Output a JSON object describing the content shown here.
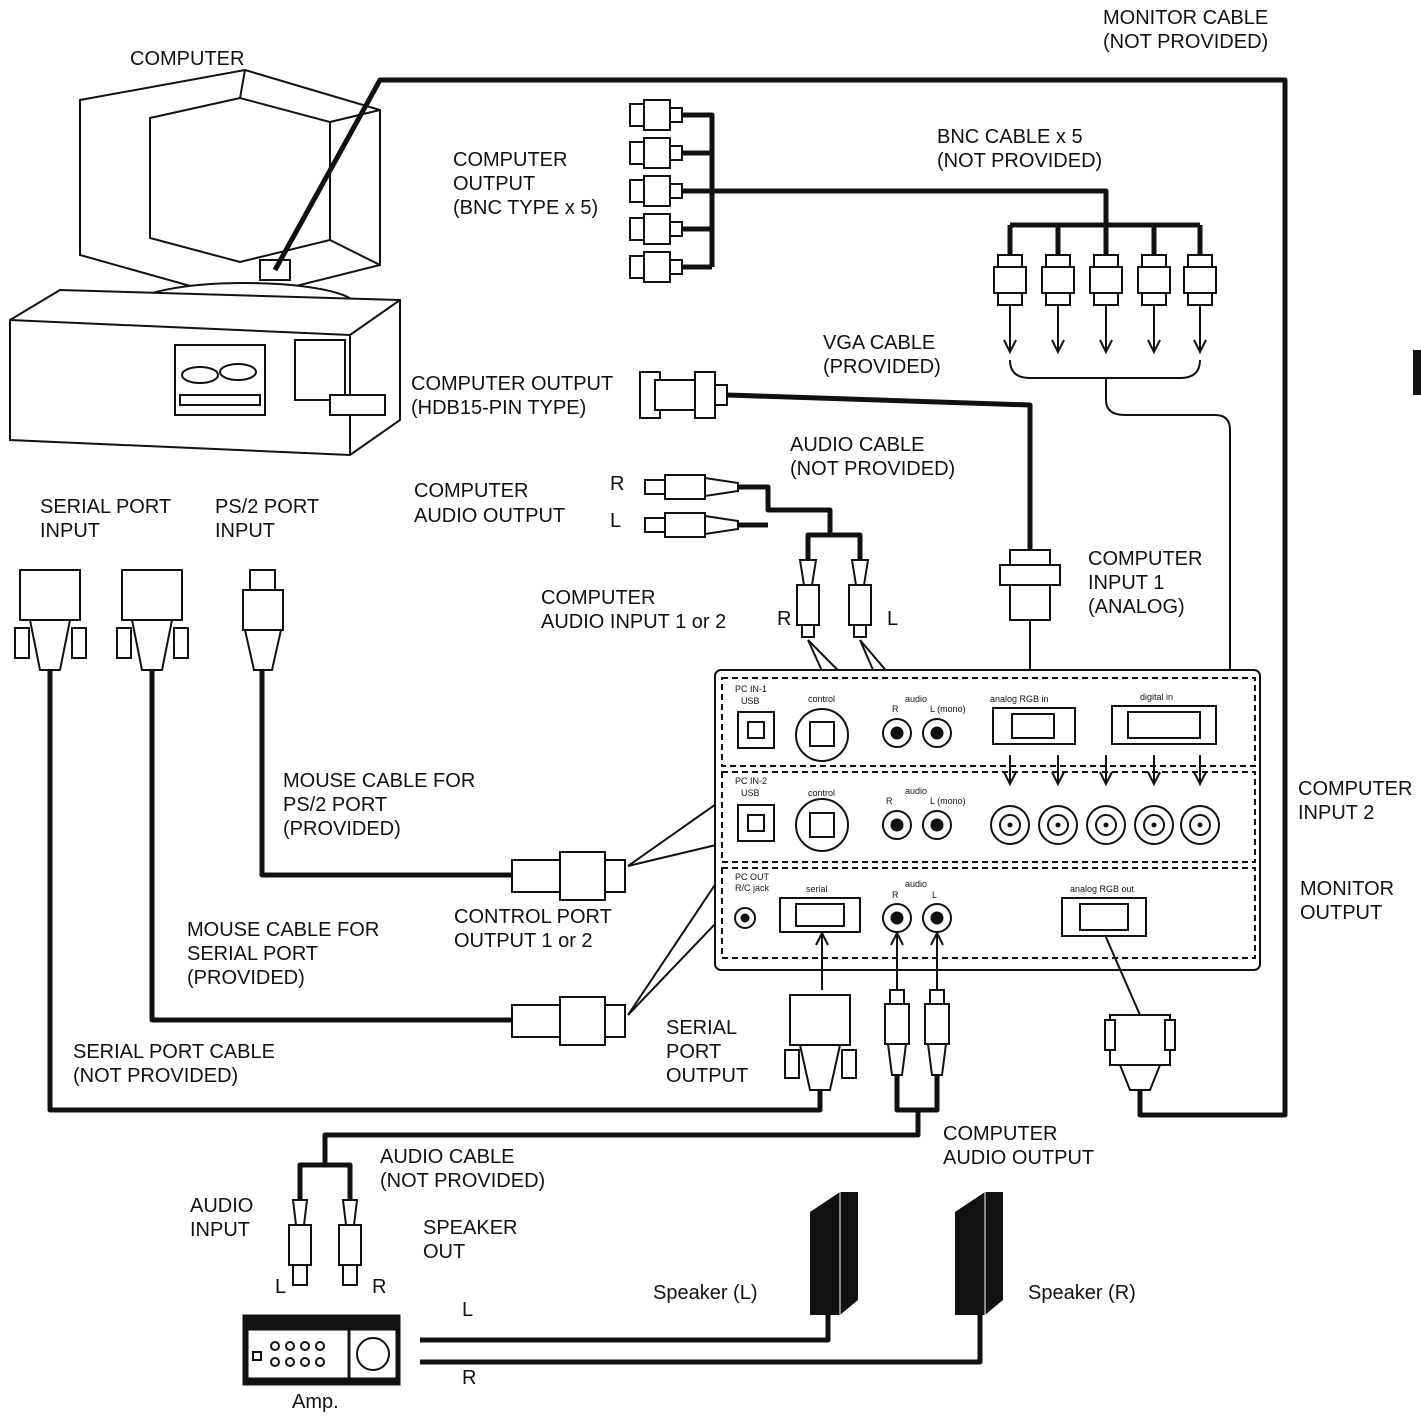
{
  "labels": {
    "computer": "COMPUTER",
    "monitor_cable_1": "MONITOR CABLE",
    "monitor_cable_2": "(NOT PROVIDED)",
    "bnc_cable_1": "BNC CABLE x 5",
    "bnc_cable_2": "(NOT PROVIDED)",
    "computer_output_bnc_1": "COMPUTER",
    "computer_output_bnc_2": "OUTPUT",
    "computer_output_bnc_3": "(BNC TYPE x 5)",
    "vga_cable_1": "VGA CABLE",
    "vga_cable_2": "(PROVIDED)",
    "computer_output_hdb_1": "COMPUTER OUTPUT",
    "computer_output_hdb_2": "(HDB15-PIN TYPE)",
    "audio_cable_top_1": "AUDIO CABLE",
    "audio_cable_top_2": "(NOT PROVIDED)",
    "computer_audio_output_1": "COMPUTER",
    "computer_audio_output_2": "AUDIO OUTPUT",
    "r": "R",
    "l": "L",
    "serial_port_input_1": "SERIAL PORT",
    "serial_port_input_2": "INPUT",
    "ps2_port_input_1": "PS/2 PORT",
    "ps2_port_input_2": "INPUT",
    "computer_audio_input_1": "COMPUTER",
    "computer_audio_input_2": "AUDIO INPUT 1 or 2",
    "computer_input1_1": "COMPUTER",
    "computer_input1_2": "INPUT 1",
    "computer_input1_3": "(ANALOG)",
    "mouse_ps2_1": "MOUSE CABLE FOR",
    "mouse_ps2_2": "PS/2 PORT",
    "mouse_ps2_3": "(PROVIDED)",
    "computer_input2_1": "COMPUTER",
    "computer_input2_2": "INPUT 2",
    "monitor_output_1": "MONITOR",
    "monitor_output_2": "OUTPUT",
    "mouse_serial_1": "MOUSE CABLE FOR",
    "mouse_serial_2": "SERIAL PORT",
    "mouse_serial_3": "(PROVIDED)",
    "control_port_1": "CONTROL PORT",
    "control_port_2": "OUTPUT 1 or 2",
    "serial_cable_1": "SERIAL PORT CABLE",
    "serial_cable_2": "(NOT PROVIDED)",
    "serial_port_output_1": "SERIAL",
    "serial_port_output_2": "PORT",
    "serial_port_output_3": "OUTPUT",
    "computer_audio_output_b_1": "COMPUTER",
    "computer_audio_output_b_2": "AUDIO OUTPUT",
    "audio_cable_bottom_1": "AUDIO CABLE",
    "audio_cable_bottom_2": "(NOT PROVIDED)",
    "audio_input_1": "AUDIO",
    "audio_input_2": "INPUT",
    "speaker_out_1": "SPEAKER",
    "speaker_out_2": "OUT",
    "speaker_l": "Speaker (L)",
    "speaker_r": "Speaker (R)",
    "amp": "Amp."
  },
  "panel": {
    "pc_in_1": "PC IN-1",
    "usb": "USB",
    "control": "control",
    "audio": "audio",
    "r": "R",
    "l_mono": "L (mono)",
    "analog_rgb_in": "analog RGB in",
    "digital_in": "digital in",
    "pc_in_2": "PC IN-2",
    "pc_out": "PC OUT",
    "rc_jack": "R/C jack",
    "serial": "serial",
    "l": "L",
    "analog_rgb_out": "analog RGB out"
  }
}
